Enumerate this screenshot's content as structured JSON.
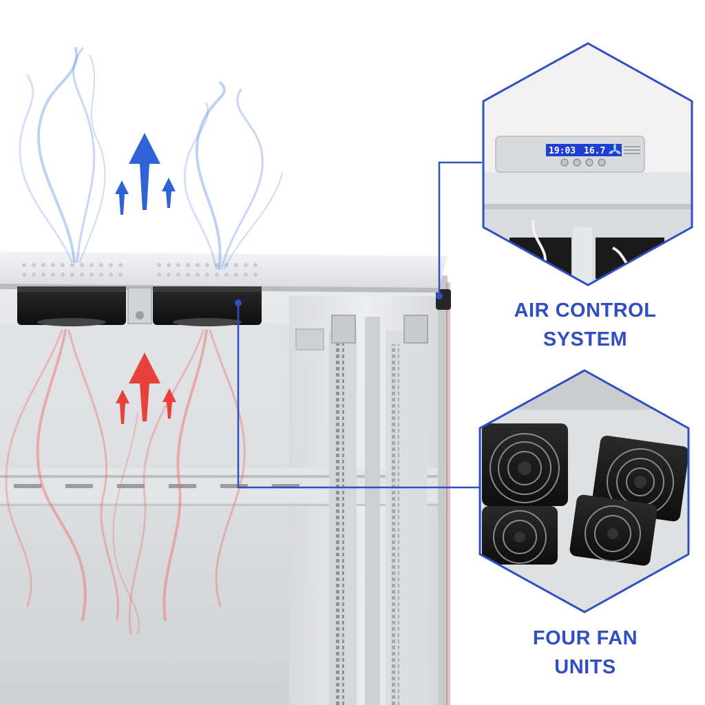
{
  "colors": {
    "accent": "#2f4fc2",
    "hot_air": "#e8413c",
    "cool_air": "#2f63d6",
    "cabinet": "#e6e7e9",
    "fan_body": "#1b1b1b",
    "lcd_background": "#1f3fd0"
  },
  "callouts": {
    "air_control": {
      "line1": "AIR CONTROL",
      "line2": "SYSTEM"
    },
    "fan_units": {
      "line1": "FOUR FAN",
      "line2": "UNITS"
    }
  },
  "controller_display": {
    "time": "19:03",
    "temperature": "16.7",
    "fan_icon": "fan-icon"
  },
  "icons": [
    "arrow-up-icon",
    "fan-icon"
  ]
}
